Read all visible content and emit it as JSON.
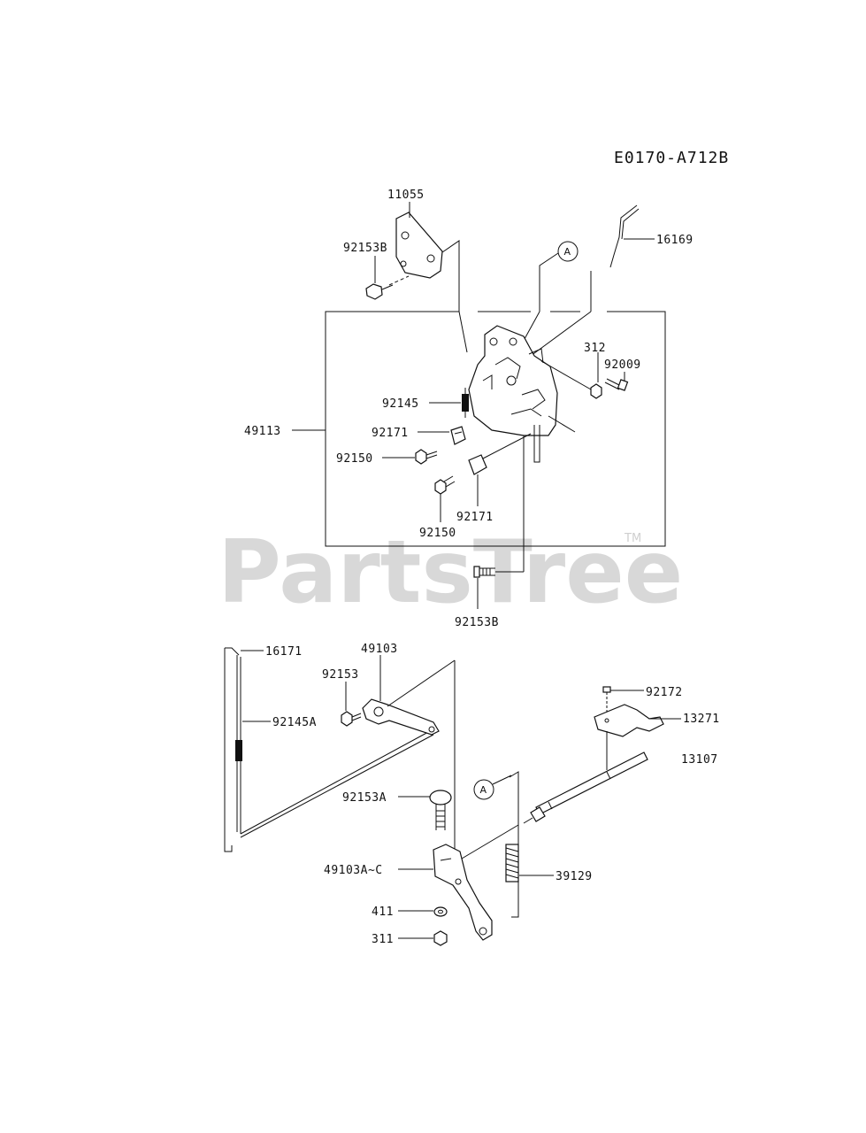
{
  "diagram_code": "E0170-A712B",
  "watermark": {
    "text": "PartsTree",
    "tm": "TM"
  },
  "reference_marks": [
    "A",
    "A"
  ],
  "parts": {
    "p11055": "11055",
    "p92153B_top": "92153B",
    "p16169": "16169",
    "p312": "312",
    "p92009": "92009",
    "p92145": "92145",
    "p49113": "49113",
    "p92171_a": "92171",
    "p92150_a": "92150",
    "p92171_b": "92171",
    "p92150_b": "92150",
    "p92153B_bottom": "92153B",
    "p16171": "16171",
    "p49103": "49103",
    "p92153": "92153",
    "p92145A": "92145A",
    "p92172": "92172",
    "p13271": "13271",
    "p13107": "13107",
    "p92153A": "92153A",
    "p49103AC": "49103A~C",
    "p39129": "39129",
    "p411": "411",
    "p311": "311"
  }
}
